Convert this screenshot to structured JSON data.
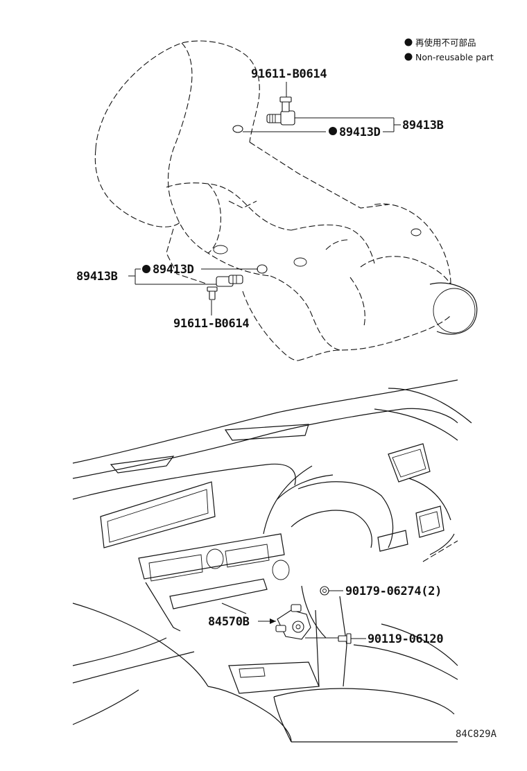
{
  "legend": {
    "japanese": "再使用不可部品",
    "english": "Non-reusable part",
    "marker_icon": "filled-circle-icon"
  },
  "callouts": {
    "bolt_top": "91611-B0614",
    "sensor_top": "89413B",
    "gasket_top": "89413D",
    "sensor_left": "89413B",
    "gasket_left": "89413D",
    "bolt_bottom": "91611-B0614",
    "nut": "90179-06274(2)",
    "switch": "84570B",
    "screw": "90119-06120"
  },
  "diagram_code": "84C829A"
}
